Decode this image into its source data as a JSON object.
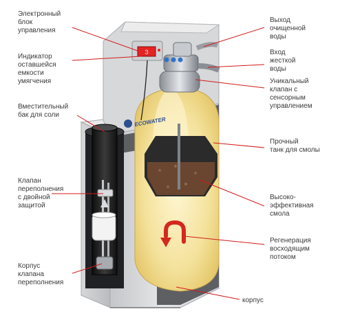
{
  "labels": {
    "control_unit": "Электронный\nблок\nуправления",
    "capacity_indicator": "Индикатор\nоставшейся\nемкости\nумягчения",
    "salt_tank": "Вместительный\nбак для соли",
    "overflow_valve": "Клапан\nпереполнения\nс двойной\nзащитой",
    "overflow_valve_body": "Корпус\nклапана\nпереполнения",
    "clean_water_outlet": "Выход\nочищенной\nводы",
    "hard_water_inlet": "Вход\nжесткой\nводы",
    "sensor_valve": "Уникальный\nклапан с\nсенсорным\nуправлением",
    "resin_tank": "Прочный\nтанк для смолы",
    "resin": "Высоко-\nэффективная\nсмола",
    "regeneration": "Регенерация\nвосходящим\nпотоком",
    "housing": "корпус"
  },
  "display_value": "3",
  "brand_logo": "ECOWATER",
  "colors": {
    "label_text": "#3a3a3a",
    "leader_line": "#d21a1a",
    "housing": "#d9dadc",
    "resin_tank": "#f1dc8e",
    "resin": "#6a4630",
    "regeneration_arrow": "#d4281e"
  }
}
